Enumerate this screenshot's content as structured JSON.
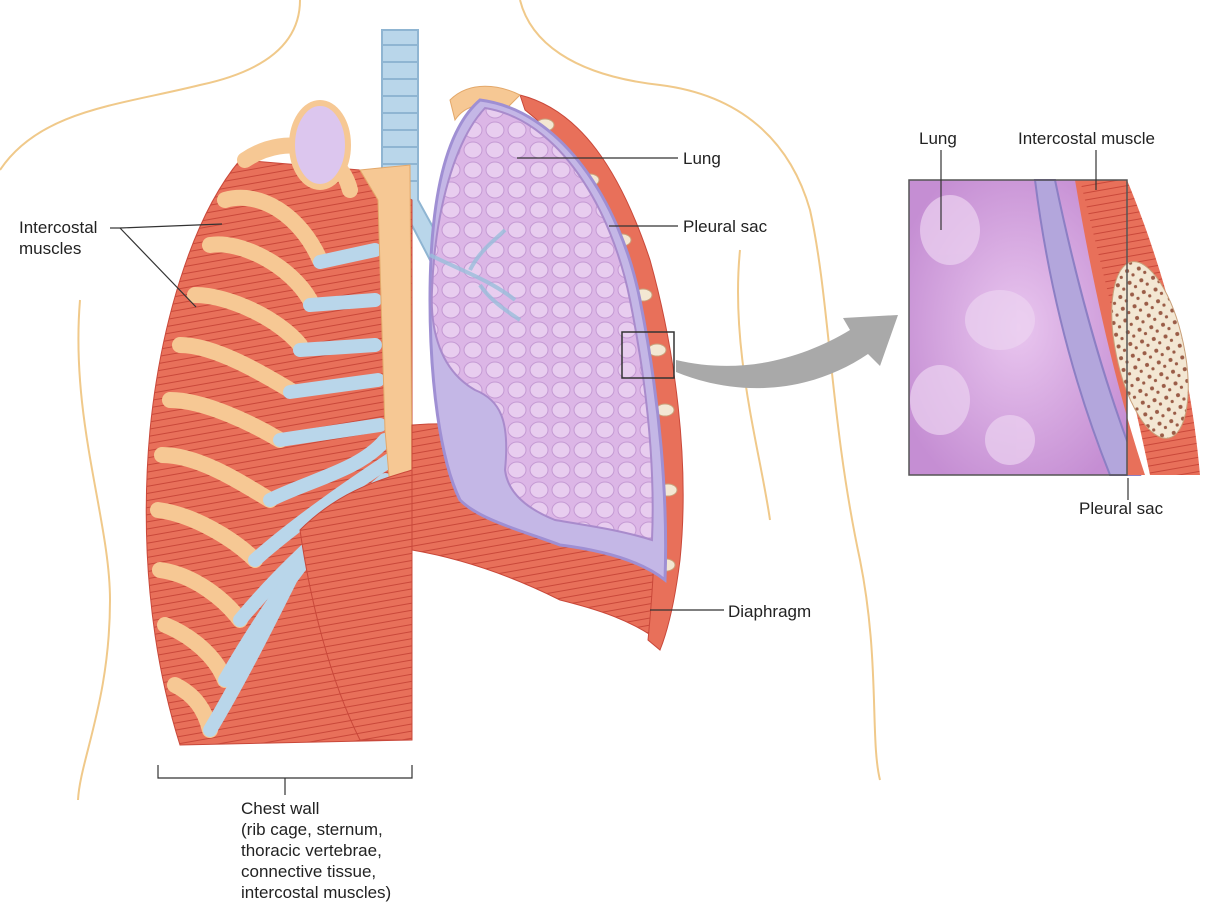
{
  "labels": {
    "intercostal_muscles": "Intercostal\nmuscles",
    "lung": "Lung",
    "pleural_sac": "Pleural sac",
    "diaphragm": "Diaphragm",
    "chest_wall": "Chest wall\n(rib cage, sternum,\nthoracic vertebrae,\nconnective tissue,\nintercostal muscles)",
    "inset_lung": "Lung",
    "inset_intercostal_muscle": "Intercostal muscle",
    "inset_pleural_sac": "Pleural sac"
  },
  "colors": {
    "body_outline": "#f0c98a",
    "muscle": "#e8705a",
    "muscle_stripe": "#c9483a",
    "rib": "#f6c894",
    "cartilage": "#b9d6ea",
    "lung": "#dcb6e6",
    "lung_dark": "#b88ac9",
    "pleura": "#b3a6dc",
    "bone": "#f3e7d3",
    "arrow": "#a9a9a9",
    "leader": "#333333"
  }
}
